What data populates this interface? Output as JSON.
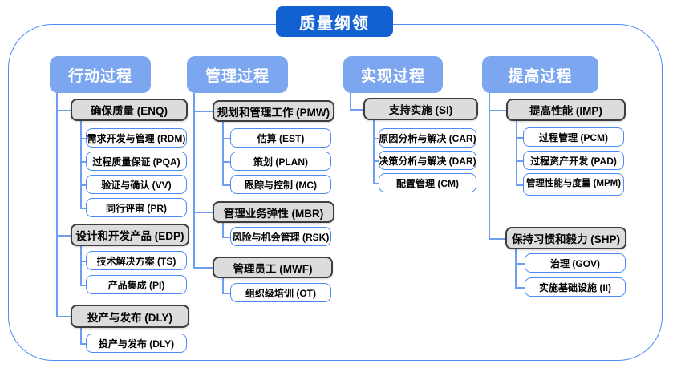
{
  "title": "质量纲领",
  "colors": {
    "title_bg": "#1161d3",
    "header_bg": "#7ca6f0",
    "connector": "#6d9ef1",
    "group_bg": "#dcdcdc",
    "group_border": "#3e3e3e",
    "leaf_border": "#4c8bf5"
  },
  "columns": [
    {
      "header": "行动过程",
      "groups": [
        {
          "label": "确保质量 (ENQ)",
          "children": [
            "需求开发与管理 (RDM)",
            "过程质量保证 (PQA)",
            "验证与确认 (VV)",
            "同行评审 (PR)"
          ]
        },
        {
          "label": "设计和开发产品 (EDP)",
          "children": [
            "技术解决方案 (TS)",
            "产品集成 (PI)"
          ]
        },
        {
          "label": "投产与发布 (DLY)",
          "children": [
            "投产与发布 (DLY)"
          ]
        }
      ]
    },
    {
      "header": "管理过程",
      "groups": [
        {
          "label": "规划和管理工作 (PMW)",
          "children": [
            "估算 (EST)",
            "策划 (PLAN)",
            "跟踪与控制 (MC)"
          ]
        },
        {
          "label": "管理业务弹性 (MBR)",
          "children": [
            "风险与机会管理 (RSK)"
          ]
        },
        {
          "label": "管理员工 (MWF)",
          "children": [
            "组织级培训 (OT)"
          ]
        }
      ]
    },
    {
      "header": "实现过程",
      "groups": [
        {
          "label": "支持实施 (SI)",
          "children": [
            "原因分析与解决 (CAR)",
            "决策分析与解决 (DAR)",
            "配置管理 (CM)"
          ]
        }
      ]
    },
    {
      "header": "提高过程",
      "groups": [
        {
          "label": "提高性能 (IMP)",
          "children": [
            "过程管理 (PCM)",
            "过程资产开发 (PAD)",
            "管理性能与度量 (MPM)"
          ]
        },
        {
          "label": "保持习惯和毅力 (SHP)",
          "children": [
            "治理 (GOV)",
            "实施基础设施 (II)"
          ]
        }
      ]
    }
  ]
}
